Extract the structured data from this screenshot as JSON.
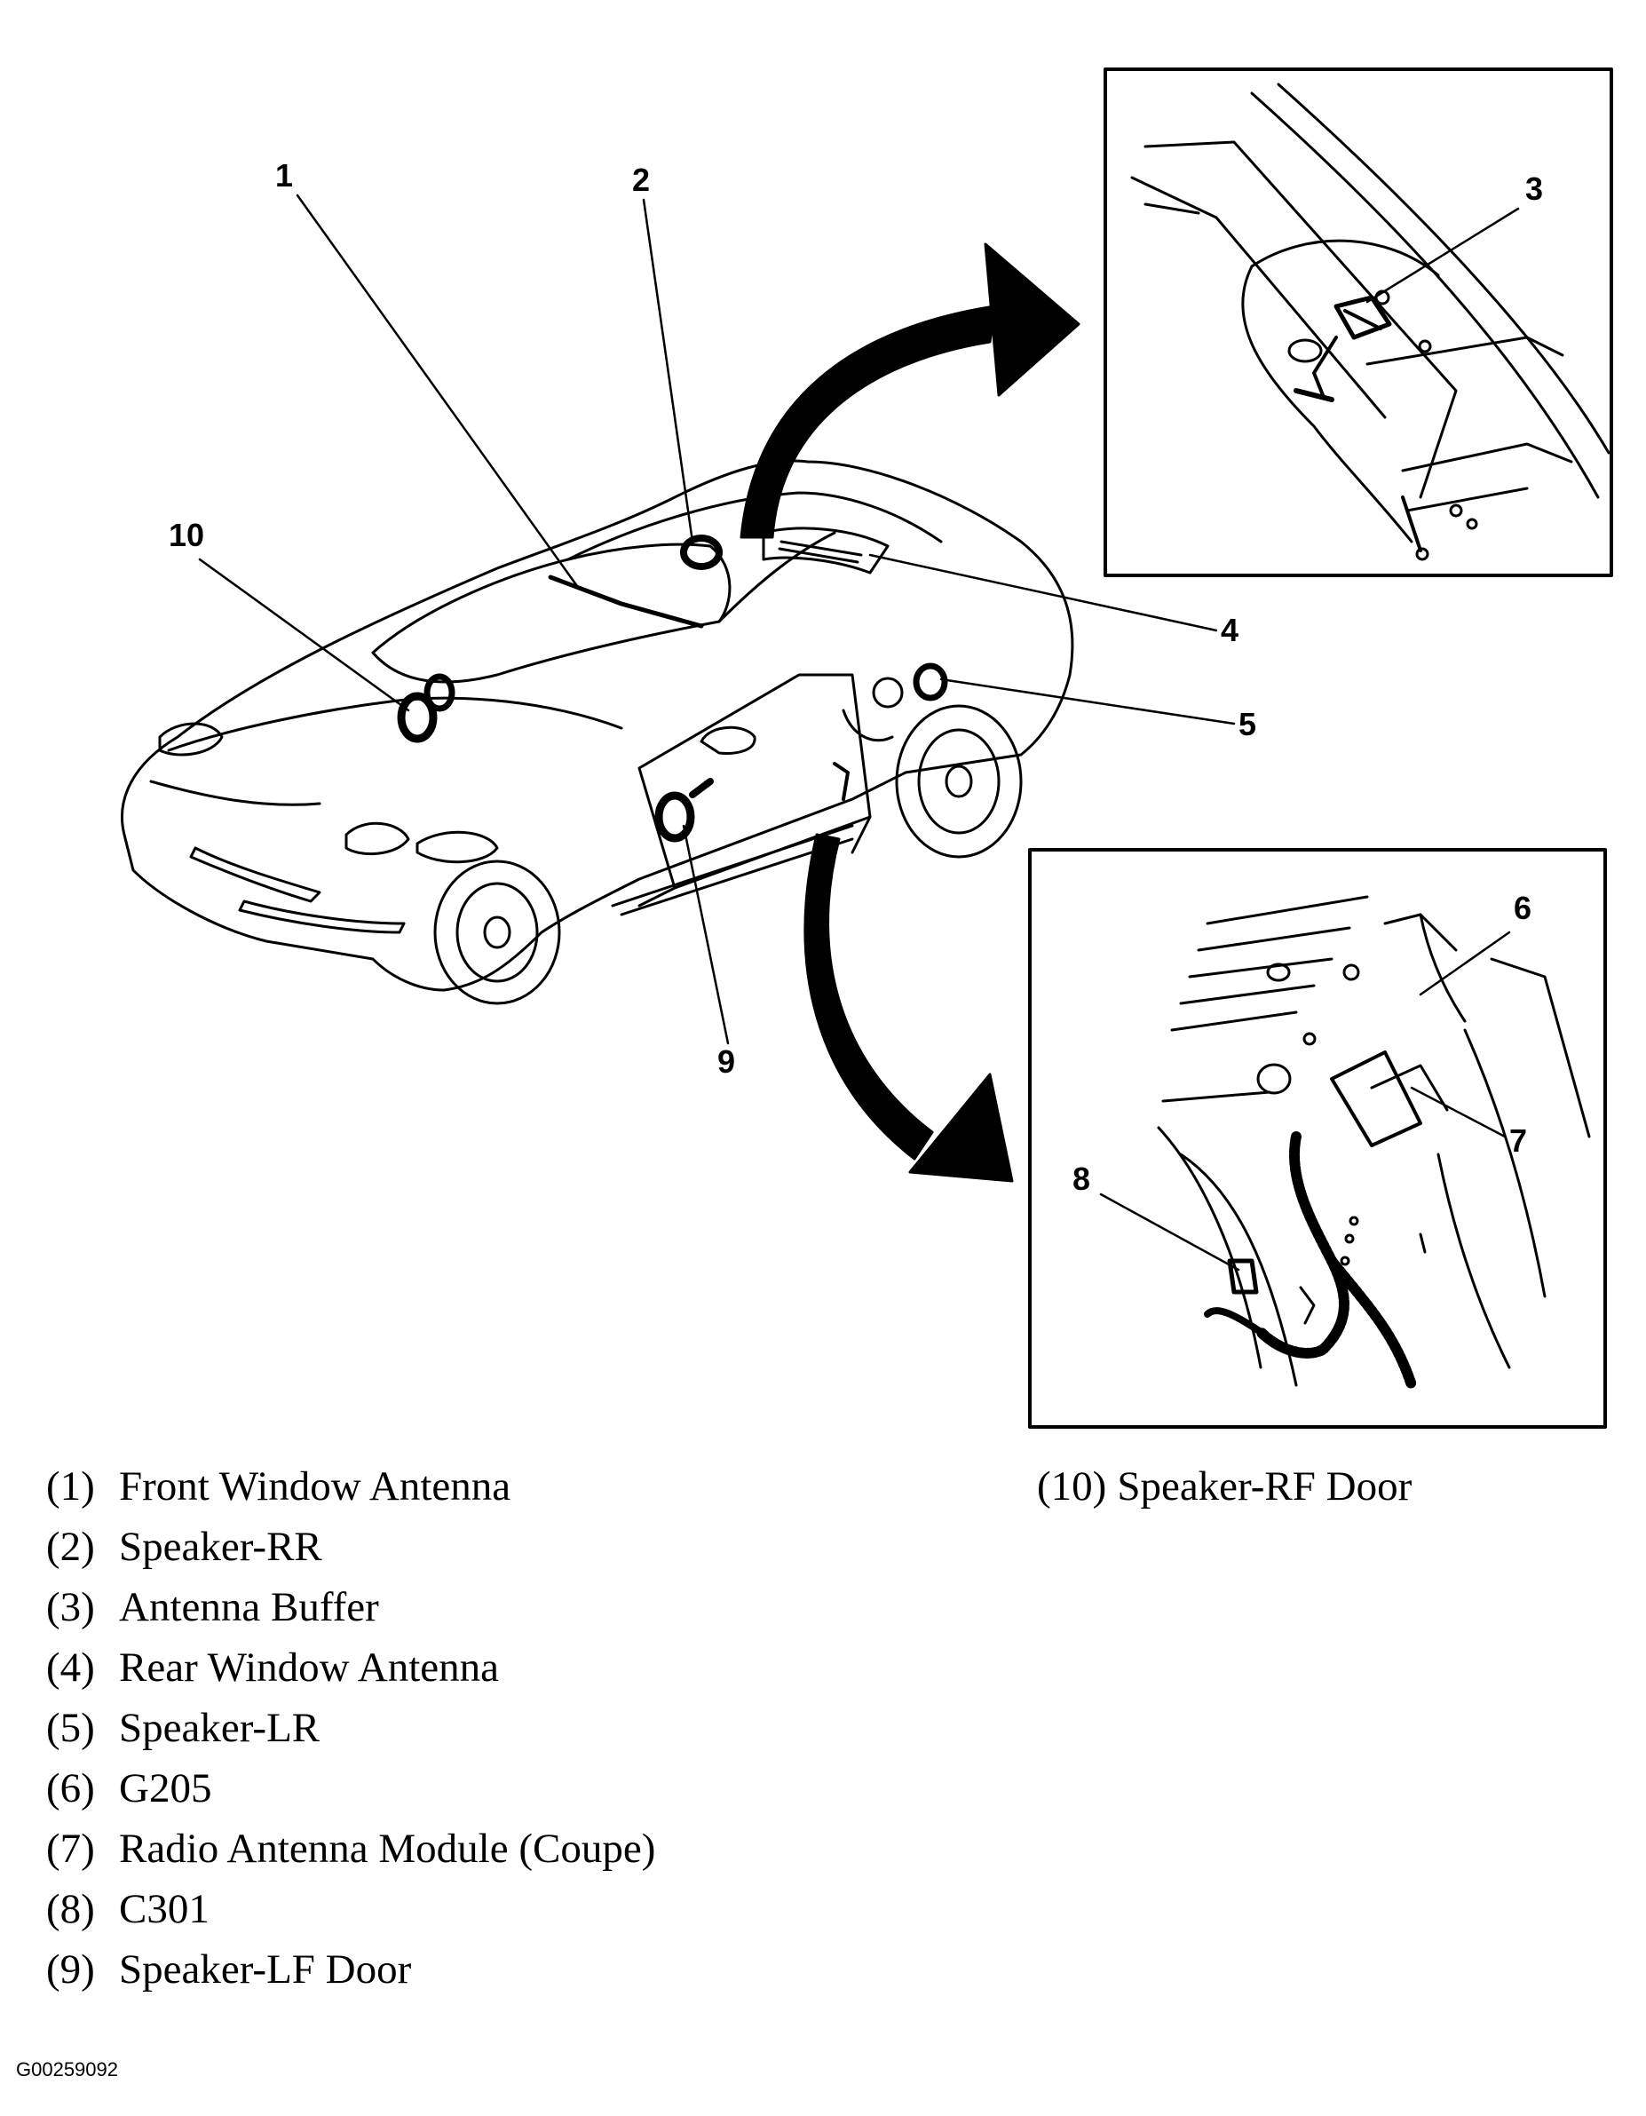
{
  "callouts": {
    "c1": "1",
    "c2": "2",
    "c3": "3",
    "c4": "4",
    "c5": "5",
    "c6": "6",
    "c7": "7",
    "c8": "8",
    "c9": "9",
    "c10": "10"
  },
  "legend": {
    "left": [
      {
        "num": "(1)",
        "label": "Front Window Antenna"
      },
      {
        "num": "(2)",
        "label": "Speaker-RR"
      },
      {
        "num": "(3)",
        "label": "Antenna Buffer"
      },
      {
        "num": "(4)",
        "label": "Rear Window Antenna"
      },
      {
        "num": "(5)",
        "label": "Speaker-LR"
      },
      {
        "num": "(6)",
        "label": "G205"
      },
      {
        "num": "(7)",
        "label": "Radio Antenna Module (Coupe)"
      },
      {
        "num": "(8)",
        "label": "C301"
      },
      {
        "num": "(9)",
        "label": "Speaker-LF Door"
      }
    ],
    "right": [
      {
        "num": "(10)",
        "label": "Speaker-RF Door"
      }
    ]
  },
  "figure_code": "G00259092"
}
